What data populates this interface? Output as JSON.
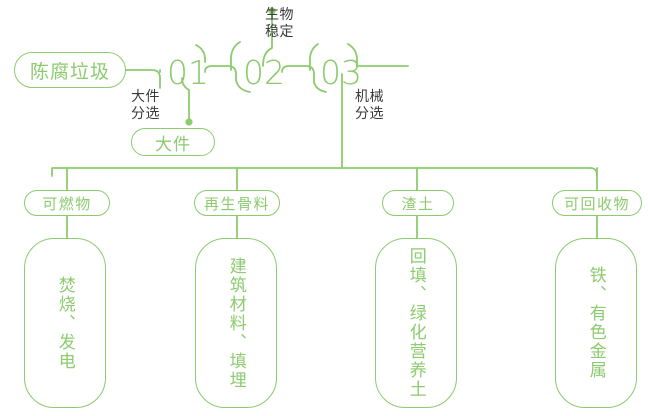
{
  "theme": {
    "line_color": "#8ccb6e",
    "text_green": "#8ccb6e",
    "note_color": "#3a3a3a",
    "background": "#ffffff"
  },
  "diagram": {
    "type": "process-flow-tree",
    "root": {
      "label": "陈腐垃圾"
    },
    "stages": [
      {
        "number": "01",
        "note": "大件\n分选",
        "output": "大件"
      },
      {
        "number": "02",
        "note": "生物\n稳定",
        "output": ""
      },
      {
        "number": "03",
        "note": "机械\n分选",
        "output": ""
      }
    ],
    "branches": [
      {
        "category": "可燃物",
        "outcome": "焚烧、发电"
      },
      {
        "category": "再生骨料",
        "outcome": "建筑材料、填埋"
      },
      {
        "category": "渣土",
        "outcome": "回填、绿化营养土"
      },
      {
        "category": "可回收物",
        "outcome": "铁、有色金属"
      }
    ]
  }
}
